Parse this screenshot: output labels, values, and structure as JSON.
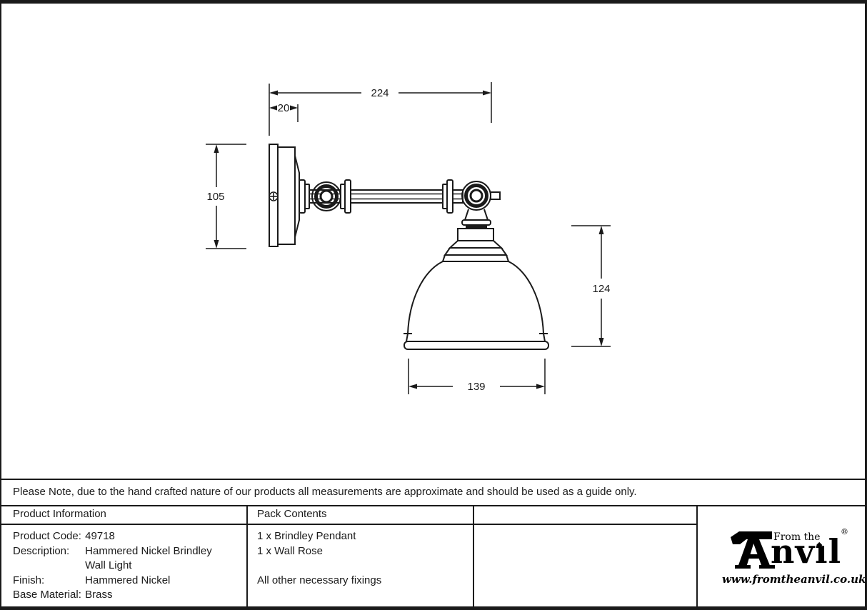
{
  "drawing": {
    "dimensions": {
      "overall_width": "224",
      "backplate_depth": "20",
      "backplate_height": "105",
      "shade_height": "124",
      "shade_diameter": "139"
    }
  },
  "note": {
    "text": "Please Note, due to the hand crafted nature of our products all measurements are approximate and should be used as a guide only."
  },
  "product_info": {
    "header": "Product Information",
    "rows": [
      {
        "label": "Product Code:",
        "value": "49718"
      },
      {
        "label": "Description:",
        "value": "Hammered Nickel Brindley"
      },
      {
        "label": "",
        "value": "Wall Light"
      },
      {
        "label": "Finish:",
        "value": "Hammered Nickel"
      },
      {
        "label": "Base Material:",
        "value": "Brass"
      }
    ]
  },
  "pack_contents": {
    "header": "Pack Contents",
    "items": [
      "1 x Brindley Pendant",
      "1 x Wall Rose",
      "All other necessary fixings"
    ]
  },
  "brand": {
    "tagline": "From the",
    "name_rest": "nvıl",
    "i_diamond": "◆",
    "registered": "®",
    "website": "www.fromtheanvil.co.uk"
  },
  "colors": {
    "ink": "#1a1a1a",
    "paper": "#ffffff"
  }
}
